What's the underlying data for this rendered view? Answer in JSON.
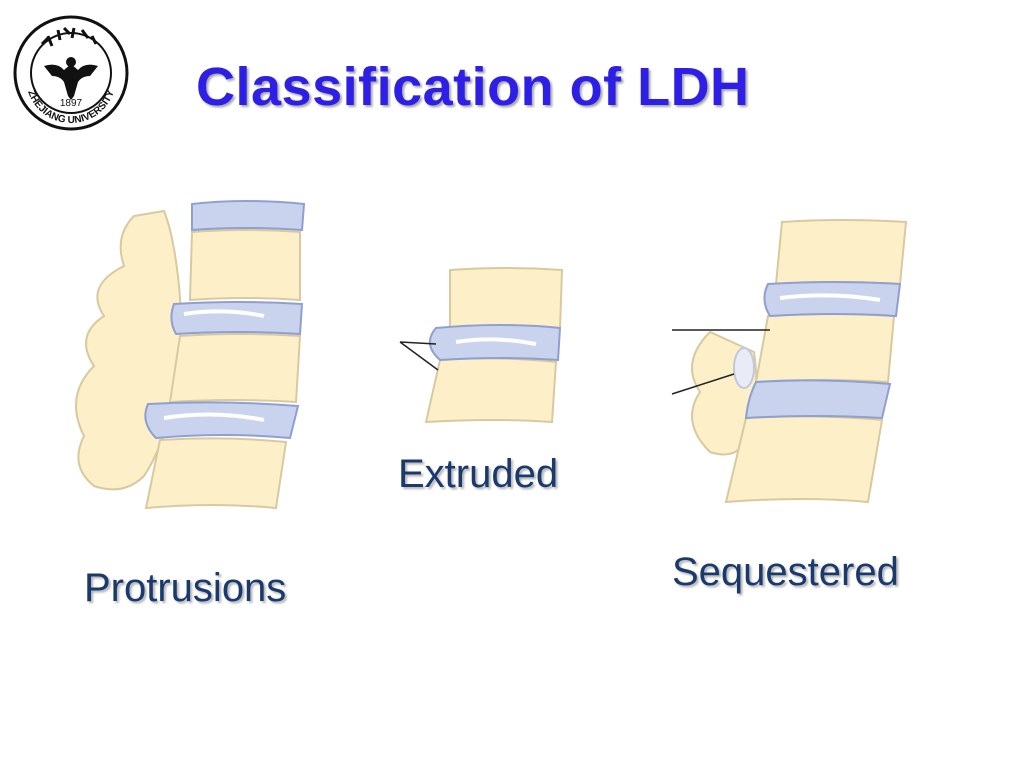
{
  "slide": {
    "title": "Classification of LDH",
    "title_color": "#2e1fe6",
    "caption_color": "#1a3a6e"
  },
  "logo": {
    "university": "ZHEJIANG UNIVERSITY",
    "year": "1897"
  },
  "illustrations": [
    {
      "caption": "Protrusions"
    },
    {
      "caption": "Extruded"
    },
    {
      "caption": "Sequestered"
    }
  ],
  "colors": {
    "bone_fill": "#fdf0c8",
    "bone_stroke": "#d8c9a0",
    "disc_fill": "#c9d3ee",
    "disc_stroke": "#8f9fd0"
  }
}
